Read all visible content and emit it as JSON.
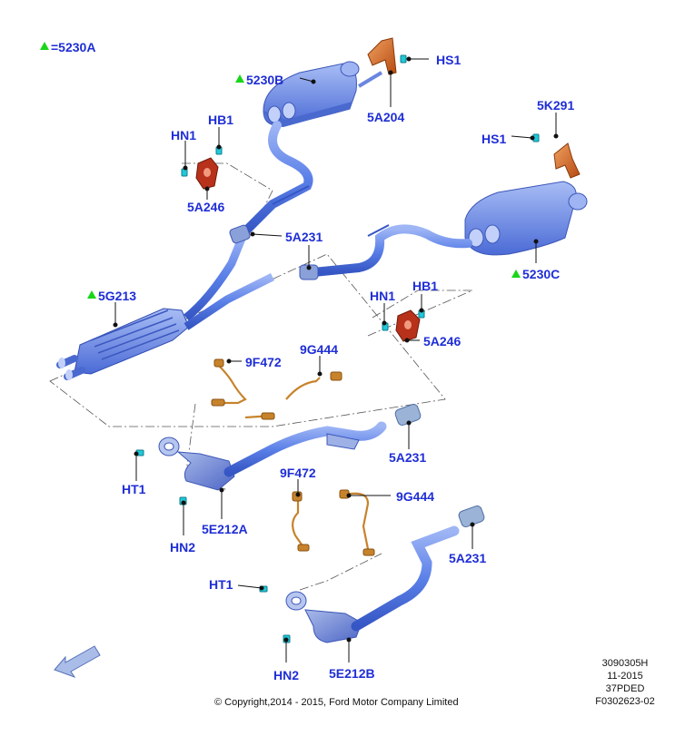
{
  "legend": {
    "marker": "triangle",
    "text": "=5230A"
  },
  "colors": {
    "label": "#1f2ed6",
    "pipe": "#5b80e8",
    "bracket": "#d0651f",
    "sensor": "#c7832c",
    "clip": "#22c7d9",
    "legend_marker": "#19d619"
  },
  "labels": {
    "hs1_top": "HS1",
    "p5230b": "5230B",
    "p5a204": "5A204",
    "p5k291": "5K291",
    "hs1_right": "HS1",
    "hn1_left": "HN1",
    "hb1_left": "HB1",
    "p5a246_left": "5A246",
    "p5a231_mid": "5A231",
    "p5230c": "5230C",
    "p5g213": "5G213",
    "hn1_right": "HN1",
    "hb1_right": "HB1",
    "p5a246_right": "5A246",
    "p9f472_top": "9F472",
    "p9g444_top": "9G444",
    "p5a231_right1": "5A231",
    "ht1_upper": "HT1",
    "hn2_upper": "HN2",
    "p5e212a": "5E212A",
    "p9f472_low": "9F472",
    "p9g444_low": "9G444",
    "p5a231_right2": "5A231",
    "ht1_lower": "HT1",
    "hn2_lower": "HN2",
    "p5e212b": "5E212B"
  },
  "meta": [
    "3090305H",
    "11-2015",
    "37PDED",
    "F0302623-02"
  ],
  "copyright": "© Copyright,2014 -  2015, Ford Motor Company Limited",
  "icons": {
    "direction": "front-direction-arrow-icon"
  }
}
